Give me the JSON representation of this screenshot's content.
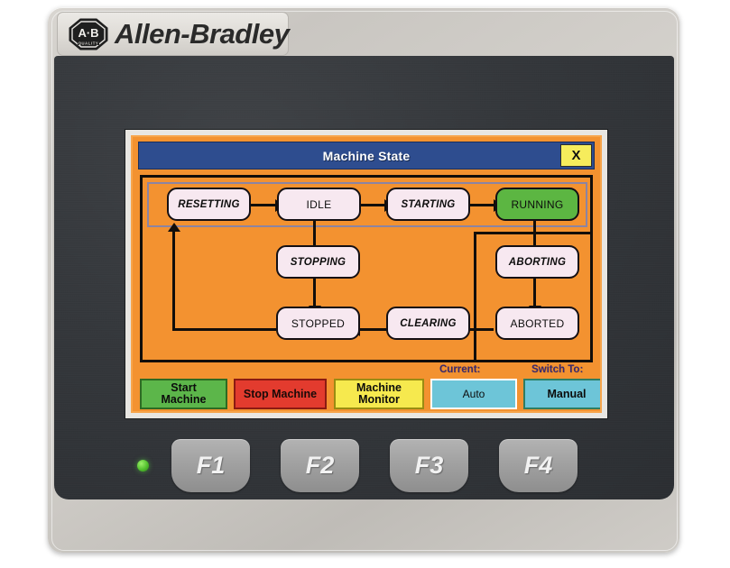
{
  "device": {
    "brand": "Allen-Bradley",
    "logo_mark_text": "A·B",
    "logo_mark_subtext": "QUALITY",
    "power_led": "power-led-green"
  },
  "window": {
    "title": "Machine State",
    "close_label": "X"
  },
  "diagram": {
    "type": "state-machine",
    "active_state": "RUNNING",
    "states": [
      {
        "id": "resetting",
        "label": "RESETTING",
        "style": "italic",
        "active": false
      },
      {
        "id": "idle",
        "label": "IDLE",
        "style": "normal",
        "active": false
      },
      {
        "id": "starting",
        "label": "STARTING",
        "style": "italic",
        "active": false
      },
      {
        "id": "running",
        "label": "RUNNING",
        "style": "normal",
        "active": true
      },
      {
        "id": "stopping",
        "label": "STOPPING",
        "style": "italic",
        "active": false
      },
      {
        "id": "aborting",
        "label": "ABORTING",
        "style": "italic",
        "active": false
      },
      {
        "id": "stopped",
        "label": "STOPPED",
        "style": "normal",
        "active": false
      },
      {
        "id": "clearing",
        "label": "CLEARING",
        "style": "italic",
        "active": false
      },
      {
        "id": "aborted",
        "label": "ABORTED",
        "style": "normal",
        "active": false
      }
    ],
    "transitions": [
      "RESETTING -> IDLE",
      "IDLE -> STARTING",
      "STARTING -> RUNNING",
      "IDLE -> STOPPING",
      "STOPPING -> STOPPED",
      "STOPPED -> RESETTING",
      "RUNNING -> ABORTING",
      "ABORTING -> ABORTED",
      "ABORTED -> CLEARING",
      "CLEARING -> STOPPED"
    ]
  },
  "controls": {
    "start_machine": "Start\nMachine",
    "start_machine_line1": "Start",
    "start_machine_line2": "Machine",
    "stop_machine": "Stop Machine",
    "machine_monitor_line1": "Machine",
    "machine_monitor_line2": "Monitor",
    "current_caption": "Current:",
    "current_mode": "Auto",
    "switch_caption": "Switch To:",
    "switch_mode": "Manual"
  },
  "function_keys": [
    {
      "label": "F1"
    },
    {
      "label": "F2"
    },
    {
      "label": "F3"
    },
    {
      "label": "F4"
    }
  ],
  "colors": {
    "screen_background": "#f39230",
    "titlebar": "#2e4d8f",
    "active_state": "#5cb642",
    "state_fill": "#f7e8f0",
    "start_button": "#5cb64a",
    "stop_button": "#e33b2e",
    "monitor_button": "#f6e94e",
    "mode_button": "#6dc5d8",
    "close_button": "#f6ec5c",
    "caption_text": "#3b2a6e"
  }
}
